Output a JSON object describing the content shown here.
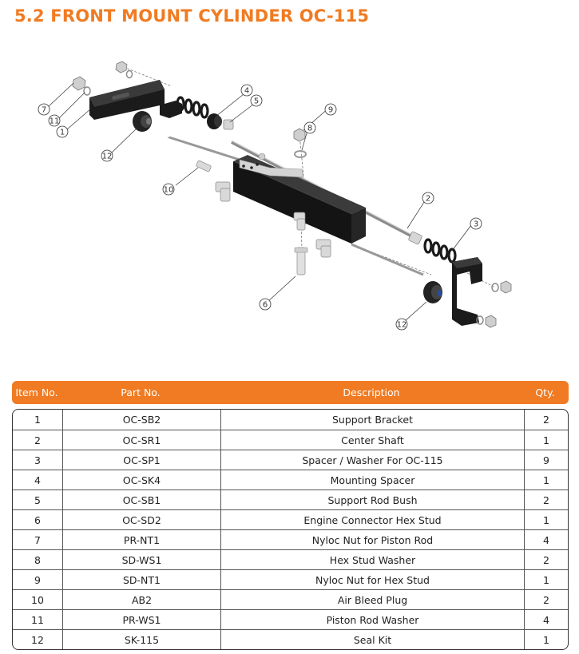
{
  "title": "5.2 FRONT MOUNT CYLINDER OC-115",
  "diagram": {
    "callouts": [
      "7",
      "11",
      "1",
      "12",
      "4",
      "5",
      "9",
      "8",
      "10",
      "2",
      "3",
      "6",
      "12"
    ]
  },
  "table": {
    "headers": [
      "Item No.",
      "Part No.",
      "Description",
      "Qty."
    ],
    "rows": [
      [
        "1",
        "OC-SB2",
        "Support Bracket",
        "2"
      ],
      [
        "2",
        "OC-SR1",
        "Center Shaft",
        "1"
      ],
      [
        "3",
        "OC-SP1",
        "Spacer / Washer For OC-115",
        "9"
      ],
      [
        "4",
        "OC-SK4",
        "Mounting Spacer",
        "1"
      ],
      [
        "5",
        "OC-SB1",
        "Support Rod Bush",
        "2"
      ],
      [
        "6",
        "OC-SD2",
        "Engine Connector Hex Stud",
        "1"
      ],
      [
        "7",
        "PR-NT1",
        "Nyloc Nut for Piston Rod",
        "4"
      ],
      [
        "8",
        "SD-WS1",
        "Hex Stud Washer",
        "2"
      ],
      [
        "9",
        "SD-NT1",
        "Nyloc Nut for Hex Stud",
        "1"
      ],
      [
        "10",
        "AB2",
        "Air Bleed Plug",
        "2"
      ],
      [
        "11",
        "PR-WS1",
        "Piston Rod Washer",
        "4"
      ],
      [
        "12",
        "SK-115",
        "Seal Kit",
        "1"
      ]
    ]
  },
  "colors": {
    "accent": "#f07b22",
    "part": "#1a1a1a"
  }
}
